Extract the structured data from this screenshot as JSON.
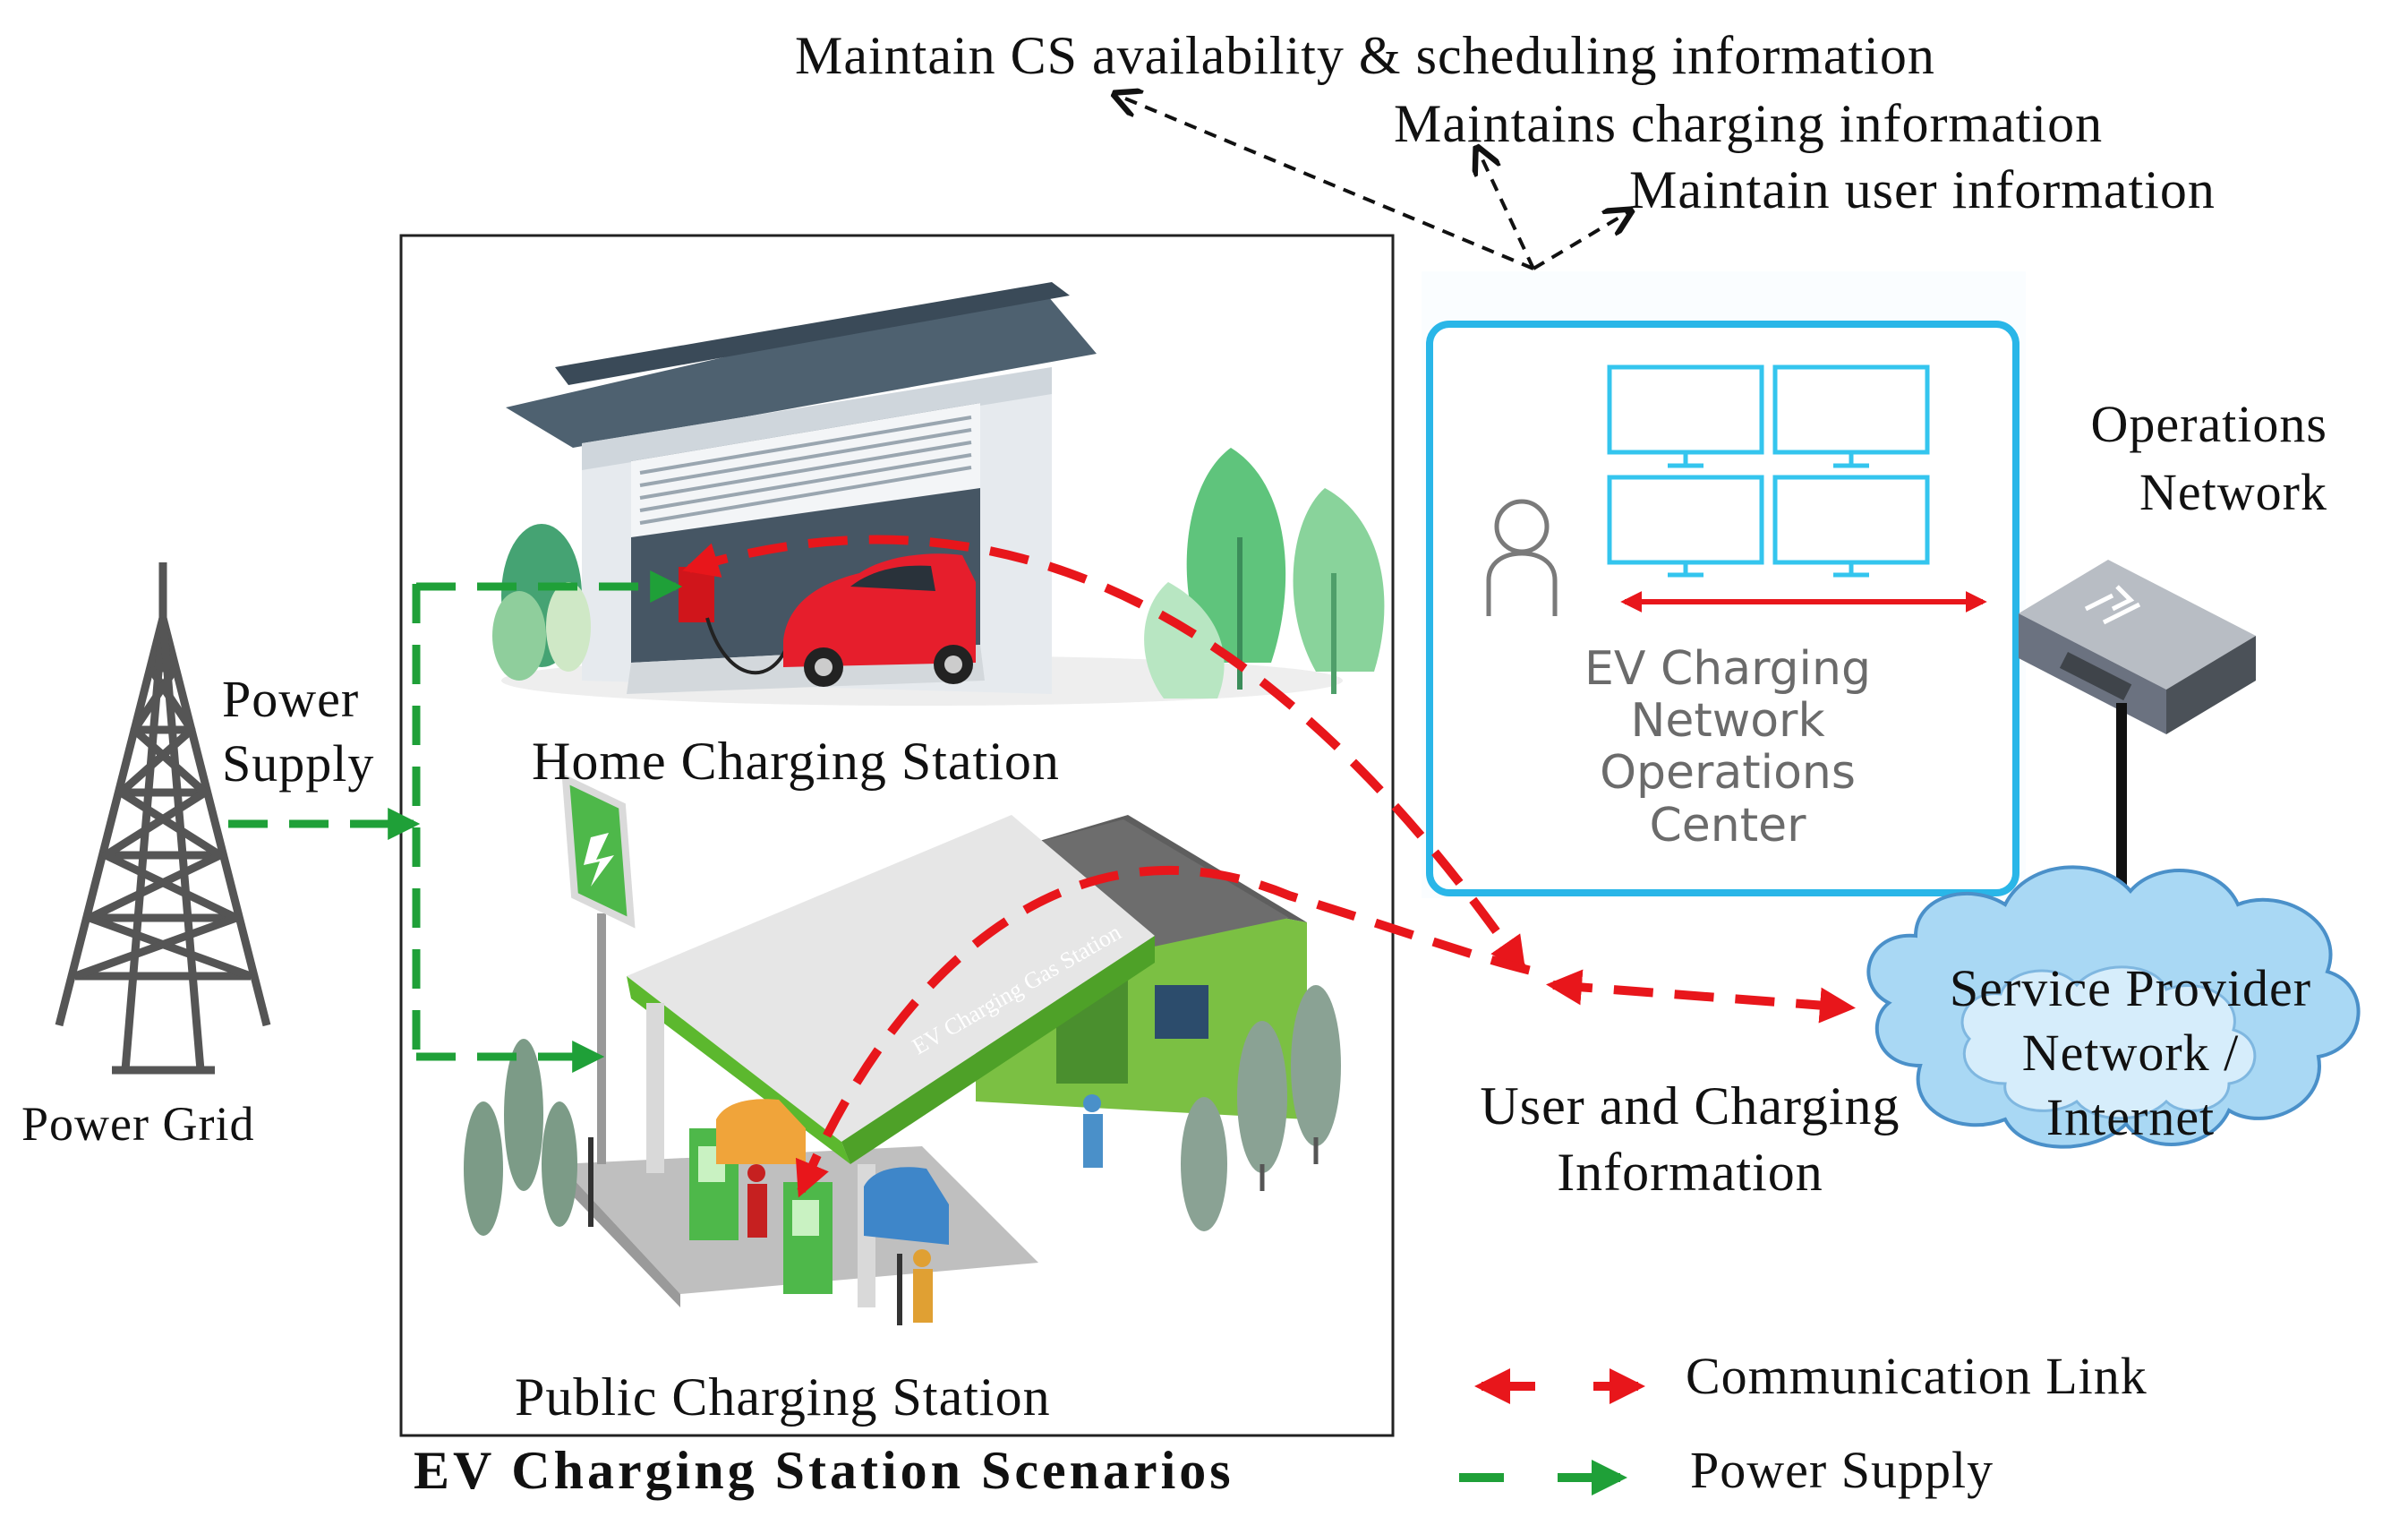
{
  "top_labels": {
    "maintain_cs": "Maintain CS availability & scheduling information",
    "maintains_charging": "Maintains charging information",
    "maintain_user": "Maintain user information"
  },
  "operations_network": {
    "line1": "Operations",
    "line2": "Network"
  },
  "noc": {
    "line1": "EV Charging",
    "line2": "Network",
    "line3": "Operations",
    "line4": "Center"
  },
  "power": {
    "supply_line1": "Power",
    "supply_line2": "Supply",
    "grid": "Power Grid"
  },
  "stations": {
    "home": "Home Charging Station",
    "public": "Public Charging Station",
    "canopy_sign": "EV Charging Gas Station",
    "scenarios_title": "EV Charging Station Scenarios"
  },
  "network": {
    "cloud_line1": "Service Provider",
    "cloud_line2": "Network /",
    "cloud_line3": "Internet",
    "user_info_line1": "User and Charging",
    "user_info_line2": "Information"
  },
  "legend": {
    "communication": "Communication Link",
    "power": "Power Supply"
  },
  "colors": {
    "communication": "#e8161b",
    "power": "#1fa038",
    "noc_border": "#29b6e8",
    "monitor": "#34c5ee",
    "station_green": "#5cb82e"
  }
}
